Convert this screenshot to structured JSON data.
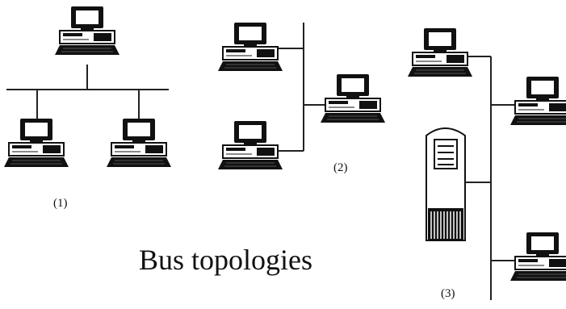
{
  "caption": "Bus topologies",
  "labels": {
    "topology_1": "(1)",
    "topology_2": "(2)",
    "topology_3": "(3)"
  },
  "colors": {
    "line": "#222222",
    "ink": "#111111",
    "paper": "#ffffff"
  },
  "icons": [
    "computer-icon",
    "server-icon"
  ]
}
